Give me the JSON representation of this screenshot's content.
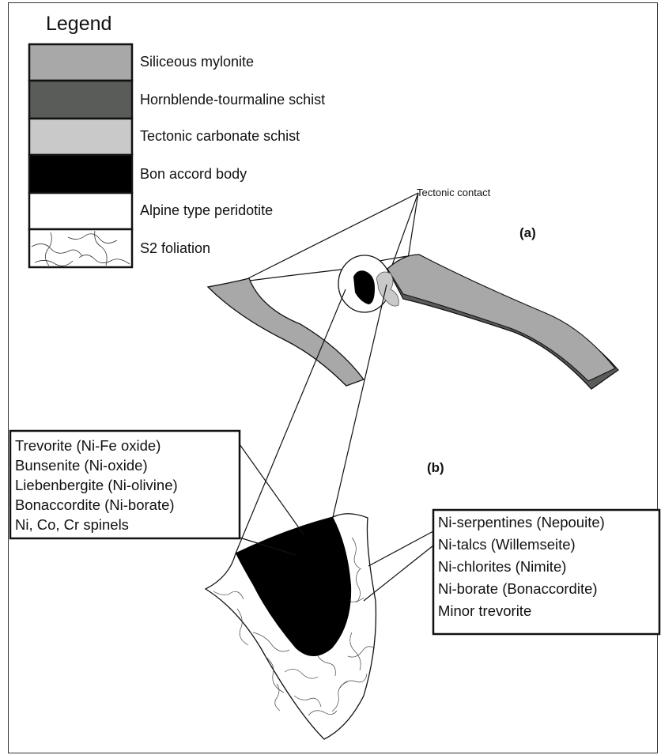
{
  "legend": {
    "title": "Legend",
    "items": [
      {
        "label": "Siliceous mylonite",
        "fill": "#a8a8a8"
      },
      {
        "label": "Hornblende-tourmaline schist",
        "fill": "#5a5c59"
      },
      {
        "label": "Tectonic carbonate schist",
        "fill": "#c9c9c9"
      },
      {
        "label": "Bon accord body",
        "fill": "#000000"
      },
      {
        "label": "Alpine type peridotite",
        "fill": "#ffffff"
      },
      {
        "label": "S2 foliation",
        "fill": "pattern"
      }
    ]
  },
  "annotations": {
    "tectonic_contact": "Tectonic contact",
    "panel_a": "(a)",
    "panel_b": "(b)"
  },
  "left_box": {
    "lines": [
      "Trevorite (Ni-Fe oxide)",
      "Bunsenite (Ni-oxide)",
      "Liebenbergite (Ni-olivine)",
      "Bonaccordite (Ni-borate)",
      "Ni, Co, Cr spinels"
    ]
  },
  "right_box": {
    "lines": [
      "Ni-serpentines (Nepouite)",
      "Ni-talcs (Willemseite)",
      "Ni-chlorites (Nimite)",
      "Ni-borate (Bonaccordite)",
      "Minor trevorite"
    ]
  }
}
